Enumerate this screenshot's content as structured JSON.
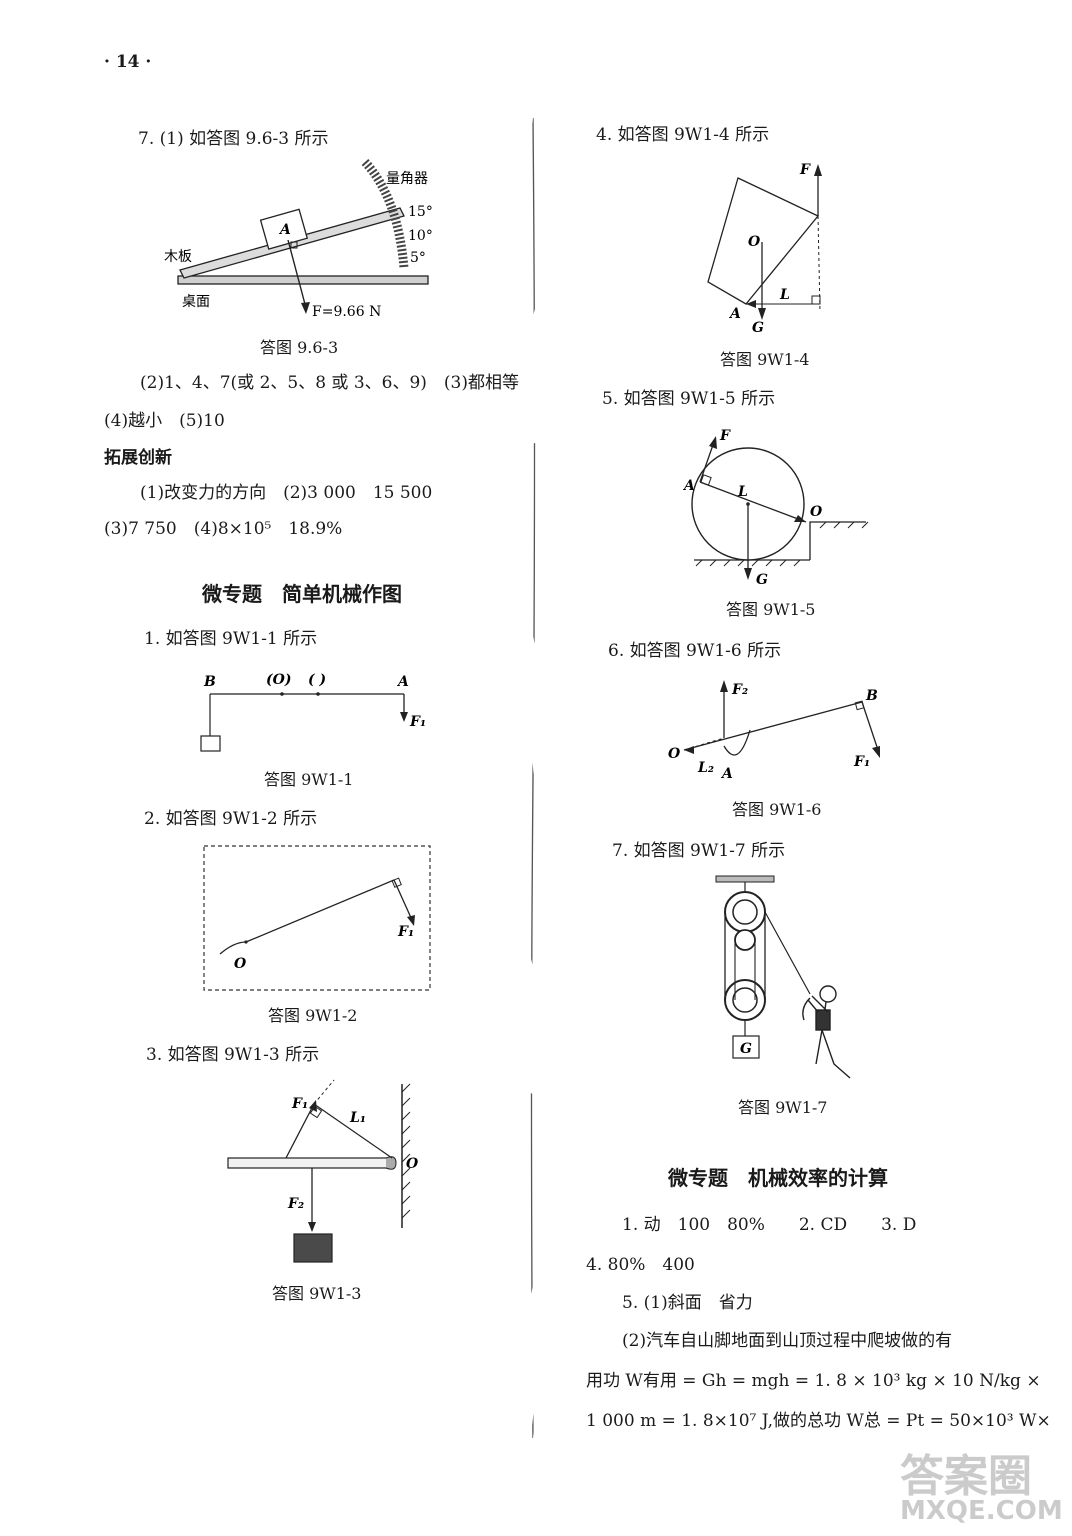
{
  "page_number": "· 14 ·",
  "left": {
    "q7_line1": "7. (1) 如答图 9.6-3 所示",
    "fig963": {
      "caption": "答图 9.6-3",
      "protractor": "量角器",
      "deg15": "15°",
      "deg10": "10°",
      "deg5": "5°",
      "board": "木板",
      "table": "桌面",
      "block": "A",
      "force": "F=9.66 N"
    },
    "q7_line2": "(2)1、4、7(或 2、5、8 或 3、6、9)　(3)都相等",
    "q7_line3": "(4)越小　(5)10",
    "extend_title": "拓展创新",
    "extend_line1": "(1)改变力的方向　(2)3 000　15 500",
    "extend_line2": "(3)7 750　(4)8×10⁵　18.9%",
    "section1_title": "微专题　简单机械作图",
    "q1": "1. 如答图 9W1-1 所示",
    "fig1": {
      "caption": "答图 9W1-1",
      "B": "B",
      "A": "A",
      "O": "(O)",
      "blank": "(  )",
      "F1": "F₁"
    },
    "q2": "2. 如答图 9W1-2 所示",
    "fig2": {
      "caption": "答图 9W1-2",
      "O": "O",
      "F1": "F₁"
    },
    "q3": "3. 如答图 9W1-3 所示",
    "fig3": {
      "caption": "答图 9W1-3",
      "F1": "F₁",
      "L1": "L₁",
      "O": "O",
      "F2": "F₂"
    }
  },
  "right": {
    "q4": "4. 如答图 9W1-4 所示",
    "fig4": {
      "caption": "答图 9W1-4",
      "F": "F",
      "O": "O",
      "L": "L",
      "A": "A",
      "G": "G"
    },
    "q5": "5. 如答图 9W1-5 所示",
    "fig5": {
      "caption": "答图 9W1-5",
      "F": "F",
      "A": "A",
      "L": "L",
      "O": "O",
      "G": "G"
    },
    "q6": "6. 如答图 9W1-6 所示",
    "fig6": {
      "caption": "答图 9W1-6",
      "F2": "F₂",
      "B": "B",
      "O": "O",
      "L2": "L₂",
      "A": "A",
      "F1": "F₁"
    },
    "q7": "7. 如答图 9W1-7 所示",
    "fig7": {
      "caption": "答图 9W1-7",
      "G": "G"
    },
    "section2_title": "微专题　机械效率的计算",
    "ans_line1": "1. 动　100　80%　　2. CD　　3. D",
    "ans_line2": "4. 80%　400",
    "ans_line3": "5. (1)斜面　省力",
    "ans_line4": "(2)汽车自山脚地面到山顶过程中爬坡做的有",
    "ans_line5": "用功 W有用 = Gh = mgh = 1. 8 × 10³ kg × 10 N/kg ×",
    "ans_line6": "1 000 m = 1. 8×10⁷ J,做的总功 W总 = Pt = 50×10³ W×"
  },
  "watermark": {
    "text1": "答案圈",
    "text2": "MXQE.COM"
  }
}
